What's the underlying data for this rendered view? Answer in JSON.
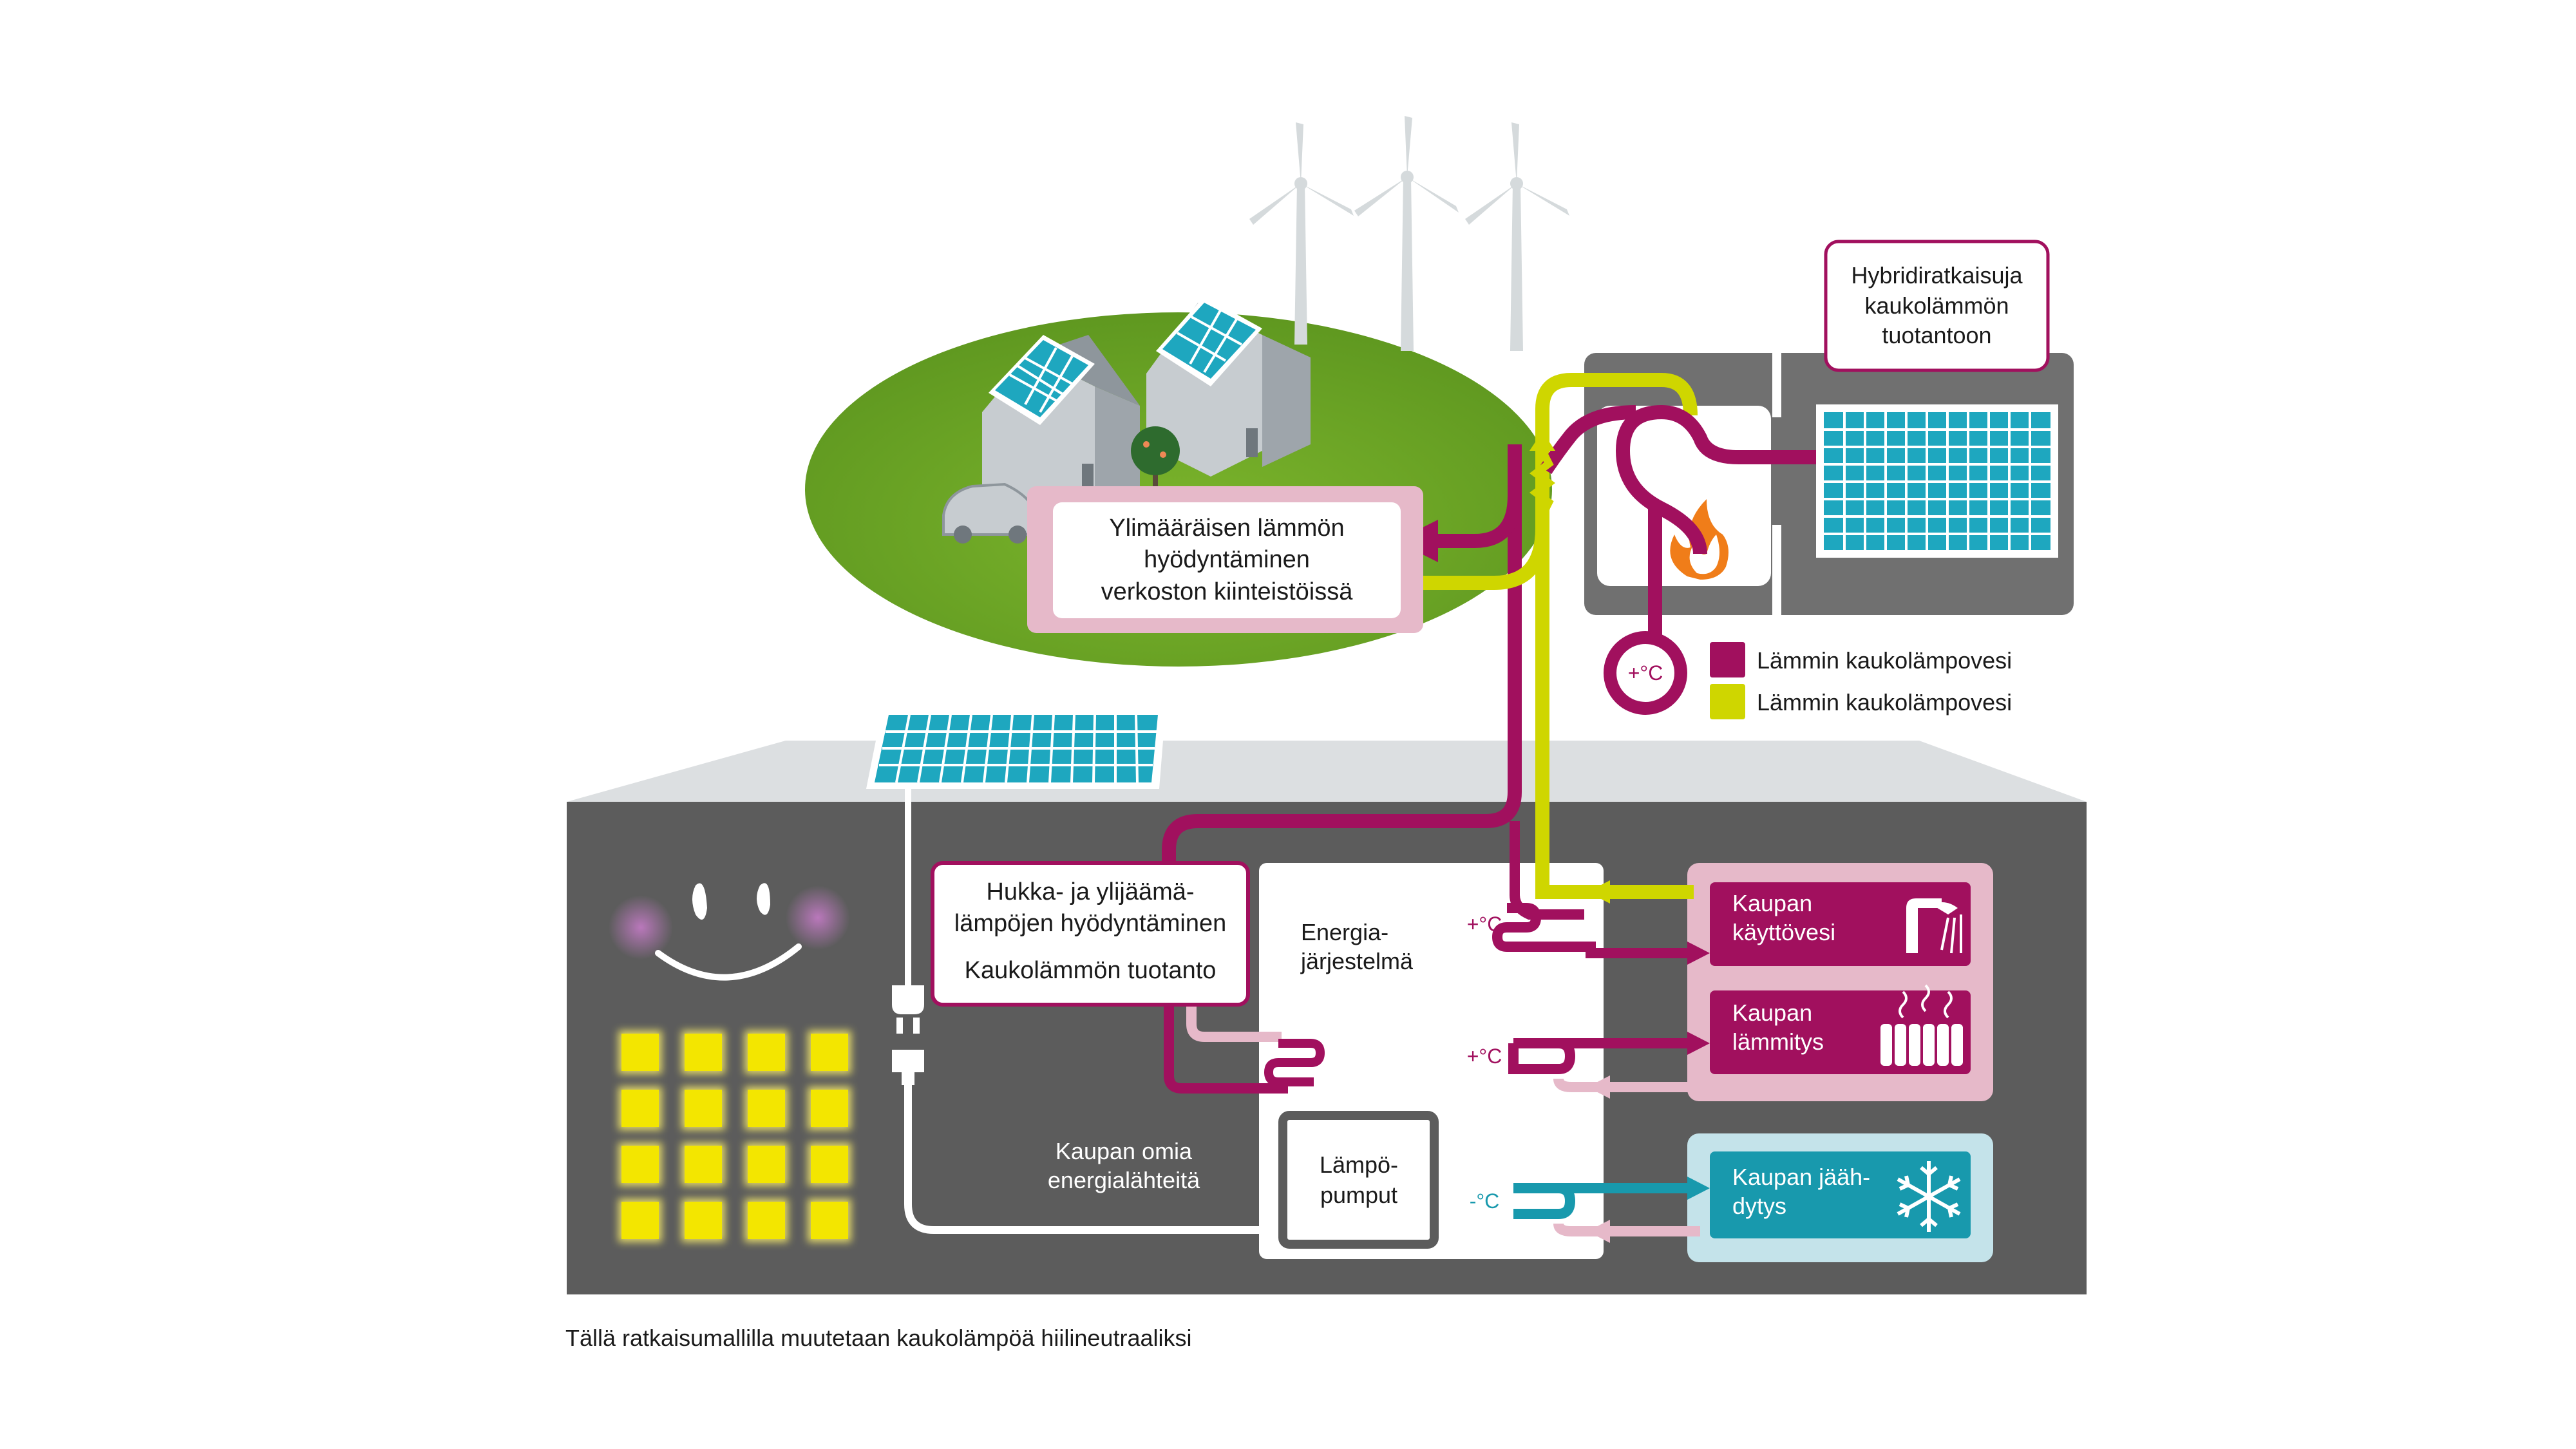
{
  "colors": {
    "magenta": "#a1105e",
    "yellow_green": "#cfd600",
    "light_pink": "#e6b9c9",
    "cyan": "#1899ad",
    "light_cyan": "#c4e3ea",
    "dark_gray": "#5c5c5c",
    "mid_gray": "#707070",
    "light_gray": "#dcdfe1",
    "green": "#7cb52c",
    "solar_blue": "#1ea7bf",
    "yellow_window": "#f3e600"
  },
  "labels": {
    "hybrid": [
      "Hybridiratkaisuja",
      "kaukolämmön",
      "tuotantoon"
    ],
    "excess_heat": [
      "Ylimääräisen lämmön",
      "hyödyntäminen",
      "verkoston kiinteistöissä"
    ],
    "waste_heat": [
      "Hukka- ja ylijäämä-",
      "lämpöjen hyödyntäminen"
    ],
    "district_production": "Kaukolämmön tuotanto",
    "energy_system": [
      "Energia-",
      "järjestelmä"
    ],
    "heat_pumps": [
      "Lämpö-",
      "pumput"
    ],
    "own_sources": [
      "Kaupan omia",
      "energialähteitä"
    ],
    "hot_water": [
      "Kaupan",
      "käyttövesi"
    ],
    "heating": [
      "Kaupan",
      "lämmitys"
    ],
    "cooling": [
      "Kaupan jääh-",
      "dytys"
    ],
    "temp_plus": "+°C",
    "temp_minus": "-°C",
    "plant_temp": "+°C"
  },
  "legend": [
    {
      "label": "Lämmin kaukolämpovesi",
      "color": "#a1105e"
    },
    {
      "label": "Lämmin kaukolämpovesi",
      "color": "#cfd600"
    }
  ],
  "caption": "Tällä ratkaisumallilla muutetaan kaukolämpöä hiilineutraaliksi"
}
